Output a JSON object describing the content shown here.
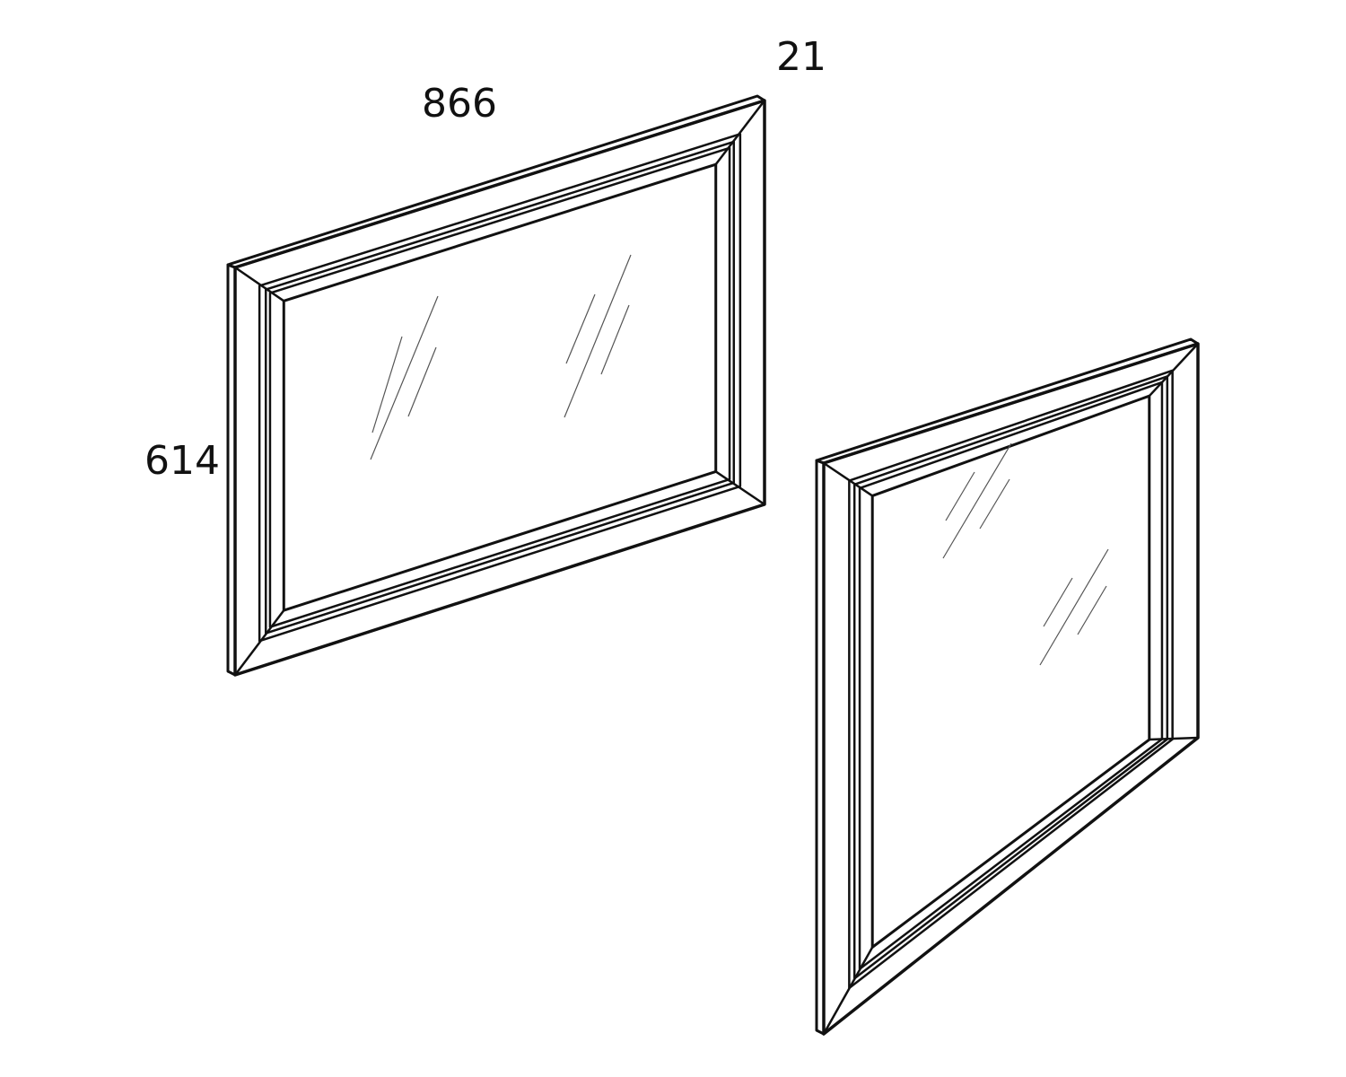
{
  "dimensions": {
    "width": "866",
    "height": "614",
    "depth": "21"
  },
  "colors": {
    "line": "#111111",
    "glare": "#555555",
    "background": "#ffffff"
  }
}
